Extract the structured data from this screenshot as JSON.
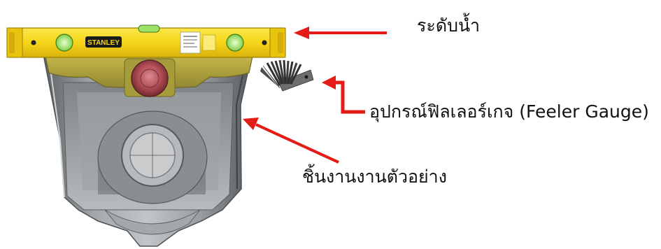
{
  "labels": {
    "spirit_level": "ระดับน้ำ",
    "feeler_gauge": "อุปกรณ์ฟิลเลอร์เกจ (Feeler Gauge)",
    "sample_part": "ชิ้นงานงานตัวอย่าง"
  },
  "brand_badge": "STANLEY",
  "colors": {
    "arrow": "#e41b17",
    "level_body": "#f6d81c",
    "part_gray": "#8e9294",
    "bolt_red": "#b04a52"
  }
}
